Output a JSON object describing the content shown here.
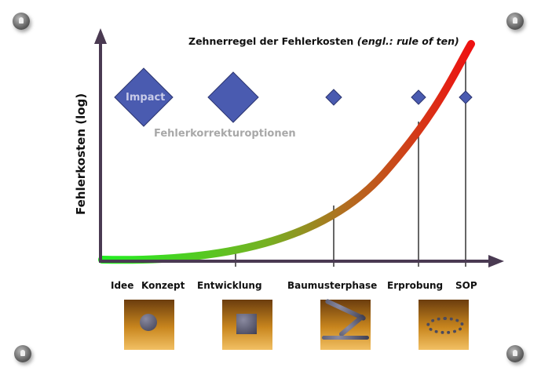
{
  "title": "Zehnerregel der Fehlerkosten",
  "title_suffix": "(engl.: rule of ten)",
  "y_axis_label": "Fehlerkosten (log)",
  "impact_label": "Impact",
  "options_label": "Fehlerkorrekturoptionen",
  "phases": [
    "Idee",
    "Konzept",
    "Entwicklung",
    "Baumusterphase",
    "Erprobung",
    "SOP"
  ],
  "colors": {
    "axis": "#4a3a52",
    "diamond": "#4a5bb0",
    "curve_start": "#22ee22",
    "curve_end": "#ee1111"
  }
}
